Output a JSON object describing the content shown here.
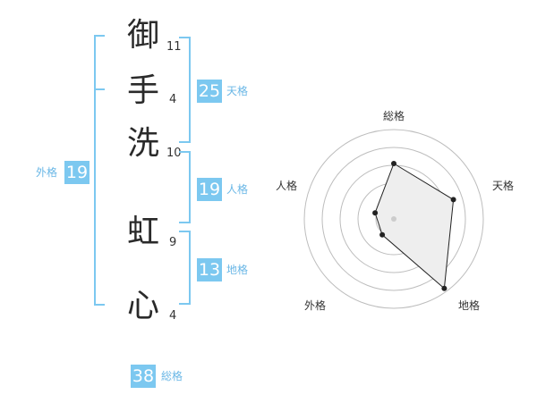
{
  "name": {
    "characters": [
      {
        "char": "御",
        "strokes": "11"
      },
      {
        "char": "手",
        "strokes": "4"
      },
      {
        "char": "洗",
        "strokes": "10"
      },
      {
        "char": "虹",
        "strokes": "9"
      },
      {
        "char": "心",
        "strokes": "4"
      }
    ]
  },
  "kakusu": {
    "tenkaku": {
      "value": "25",
      "label": "天格"
    },
    "jinkaku": {
      "value": "19",
      "label": "人格"
    },
    "chikaku": {
      "value": "13",
      "label": "地格"
    },
    "gaikaku": {
      "value": "19",
      "label": "外格"
    },
    "soukaku": {
      "value": "38",
      "label": "総格"
    }
  },
  "colors": {
    "accent": "#7cc8f0",
    "label_accent": "#6ab7e6",
    "radar_fill": "#eeeeee",
    "radar_line": "#222222"
  },
  "chart_data": {
    "type": "radar",
    "axes": [
      "総格",
      "天格",
      "地格",
      "外格",
      "人格"
    ],
    "values": [
      3.1,
      3.5,
      4.8,
      1.1,
      1.1
    ],
    "range": [
      0,
      5
    ],
    "rings": 5,
    "grid": true
  }
}
